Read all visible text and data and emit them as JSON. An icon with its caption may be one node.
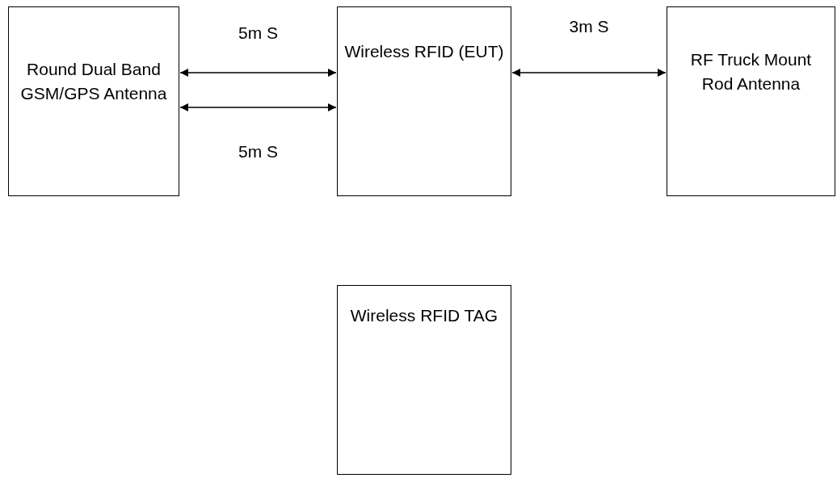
{
  "diagram": {
    "nodes": [
      {
        "text": [
          "Round Dual Band GSM/GPS Antenna"
        ]
      },
      {
        "text": [
          "Wireless RFID (EUT)"
        ]
      },
      {
        "text": [
          "RF Truck Mount Rod Antenna"
        ]
      },
      {
        "text": [
          "Wireless RFID TAG"
        ]
      }
    ],
    "edges": [
      {
        "from": 0,
        "to": 1,
        "arrow": "both",
        "label": "5m S"
      },
      {
        "from": 0,
        "to": 1,
        "arrow": "both",
        "label": "5m S"
      },
      {
        "from": 1,
        "to": 2,
        "arrow": "both",
        "label": "3m S"
      }
    ]
  }
}
